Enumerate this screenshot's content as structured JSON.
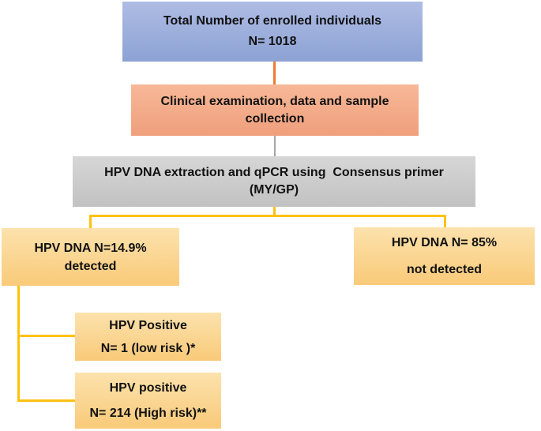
{
  "colors": {
    "connector_orange": "#ED7D31",
    "connector_gray": "#A6A6A6",
    "connector_gold": "#FFC110",
    "text": "#111111",
    "background": "#FFFFFF",
    "node_enrolled_fill_top": "#AFBCE4",
    "node_enrolled_fill_bottom": "#8CA2D4",
    "node_clinical_fill_top": "#F7B897",
    "node_clinical_fill_bottom": "#EF9F7C",
    "node_extraction_fill_top": "#D6D6D6",
    "node_extraction_fill_bottom": "#C2C2C2",
    "node_result_fill_top": "#FCE2AD",
    "node_result_fill_bottom": "#F9CA79"
  },
  "flowchart": {
    "nodes": {
      "enrolled": {
        "line1": "Total Number of enrolled individuals",
        "line2": "N= 1018"
      },
      "clinical": {
        "line1": "Clinical examination, data and sample",
        "line2": "collection"
      },
      "extraction": {
        "line1": "HPV DNA extraction and qPCR using  Consensus primer",
        "line2": "(MY/GP)"
      },
      "detected": {
        "line1": "HPV DNA N=14.9%",
        "line2": "detected"
      },
      "not_detected": {
        "line1": "HPV DNA N= 85%",
        "line2": "not detected"
      },
      "low_risk": {
        "line1": "HPV Positive",
        "line2": "N= 1 (low risk )*"
      },
      "high_risk": {
        "line1": "HPV positive",
        "line2": "N= 214 (High risk)**"
      }
    }
  }
}
